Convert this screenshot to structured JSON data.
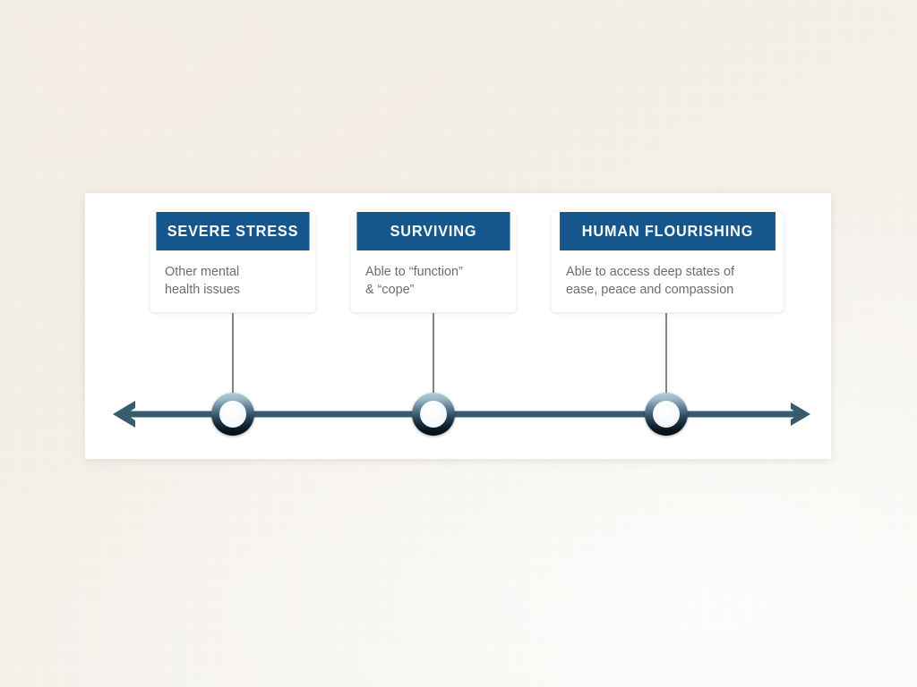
{
  "slide": {
    "background_color": "#f5f1e9",
    "panel_color": "#ffffff",
    "accent_color": "#15578c",
    "axis_color": "#365c6e",
    "connector_color": "#7d868c",
    "body_text_color": "#6d6d6d"
  },
  "timeline": {
    "name": "mental-health-continuum",
    "axis": {
      "left_arrow": "arrow-left",
      "right_arrow": "arrow-right",
      "line_thickness_px": 7
    },
    "stages": [
      {
        "id": "severe-stress",
        "title": "SEVERE STRESS",
        "description_lines": [
          "Other mental",
          "health issues"
        ],
        "marker": "timeline-node"
      },
      {
        "id": "surviving",
        "title": "SURVIVING",
        "description_lines": [
          "Able to “function”",
          "& “cope”"
        ],
        "marker": "timeline-node"
      },
      {
        "id": "human-flourishing",
        "title": "HUMAN FLOURISHING",
        "description_lines": [
          "Able to access deep states of",
          "ease, peace and compassion"
        ],
        "marker": "timeline-node"
      }
    ]
  }
}
